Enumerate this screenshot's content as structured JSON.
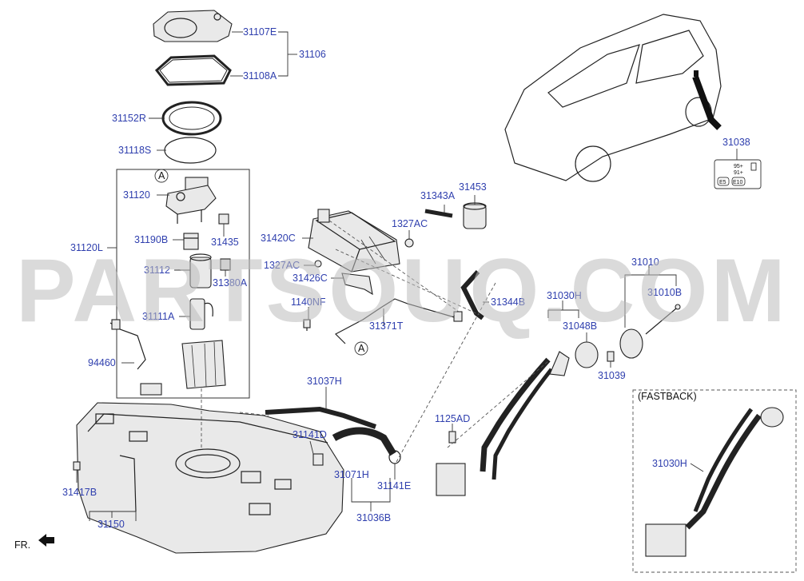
{
  "watermark": "PARTSOUQ.COM",
  "labels": {
    "p31107E": "31107E",
    "p31106": "31106",
    "p31108A": "31108A",
    "p31152R": "31152R",
    "p31118S": "31118S",
    "p31120": "31120",
    "p31120L": "31120L",
    "p31190B": "31190B",
    "p31435": "31435",
    "p31112": "31112",
    "p31380A": "31380A",
    "p31111A": "31111A",
    "p94460": "94460",
    "p31343A": "31343A",
    "p31453": "31453",
    "p1327AC_a": "1327AC",
    "p31420C": "31420C",
    "p1327AC_b": "1327AC",
    "p31426C": "31426C",
    "p1140NF": "1140NF",
    "p31371T": "31371T",
    "p31344B": "31344B",
    "p31030H_a": "31030H",
    "p31048B": "31048B",
    "p31010": "31010",
    "p31010B": "31010B",
    "p31039": "31039",
    "p31038": "31038",
    "p31037H": "31037H",
    "p1125AD": "1125AD",
    "p31141D": "31141D",
    "p31071H": "31071H",
    "p31141E": "31141E",
    "p31036B": "31036B",
    "p31417B": "31417B",
    "p31150": "31150",
    "p31030H_b": "31030H",
    "callout_a1": "A",
    "callout_a2": "A"
  },
  "fastback_box": {
    "title": "(FASTBACK)"
  },
  "front_indicator": {
    "label": "FR."
  },
  "fuel_label": {
    "row1_left": "95+",
    "row2_left": "91+",
    "e5": "E5",
    "e10": "E10"
  },
  "icons": [
    "front-arrow-icon",
    "callout-a-icon",
    "fuel-pump-icon"
  ]
}
